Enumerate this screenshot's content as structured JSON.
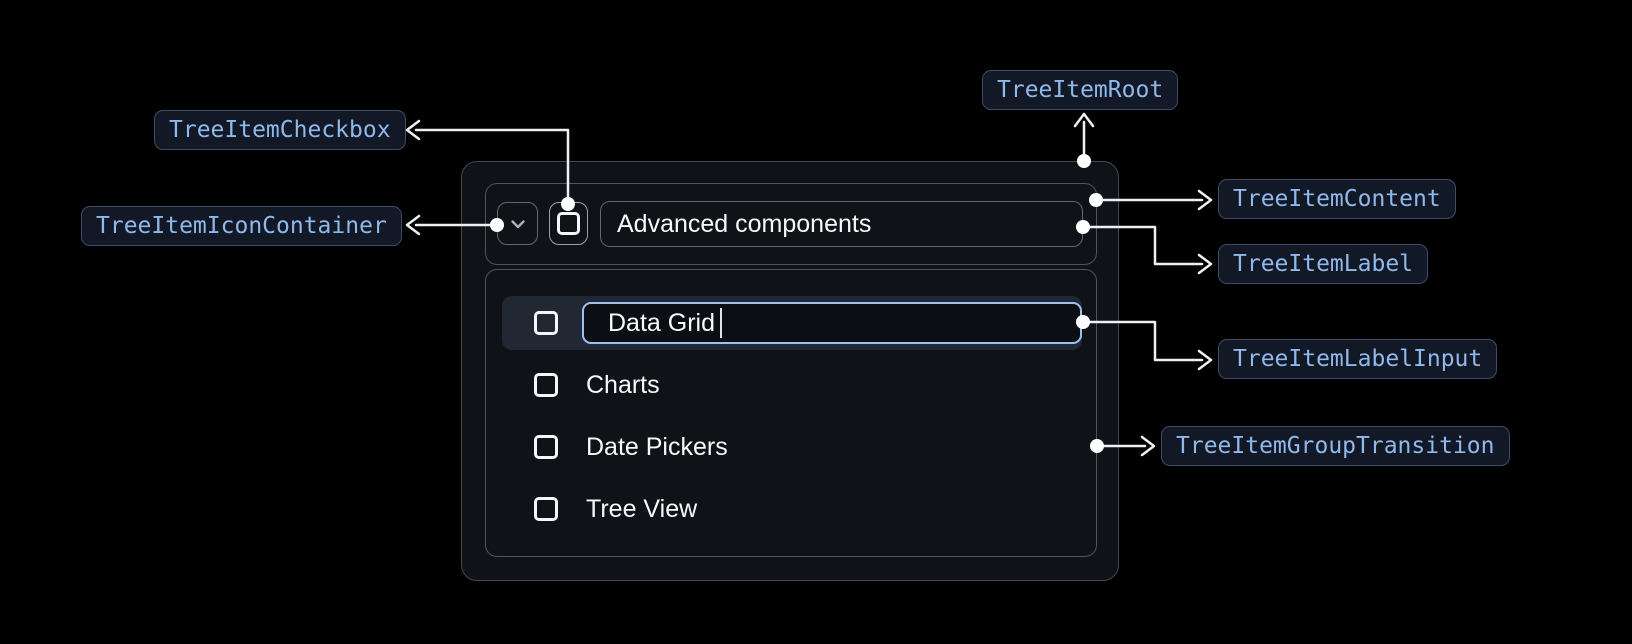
{
  "diagram": {
    "badges": {
      "checkbox": "TreeItemCheckbox",
      "icon_container": "TreeItemIconContainer",
      "root": "TreeItemRoot",
      "content": "TreeItemContent",
      "label": "TreeItemLabel",
      "label_input": "TreeItemLabelInput",
      "group_transition": "TreeItemGroupTransition"
    }
  },
  "tree": {
    "parent": {
      "label": "Advanced components",
      "expand_icon": "chevron-down",
      "checkbox_state": "unchecked"
    },
    "editing_item": {
      "value": "Data Grid"
    },
    "items": [
      "Charts",
      "Date Pickers",
      "Tree View"
    ]
  },
  "colors": {
    "page_background": "#000000",
    "badge_text": "#8fb9ea",
    "badge_border": "#3e4c66",
    "badge_background": "#121826",
    "container_border": "#4e545b",
    "input_focus_border": "#9cc2f0",
    "row_highlight": "#222833",
    "arrow": "#eef1f4",
    "text": "#f7f8f9"
  }
}
